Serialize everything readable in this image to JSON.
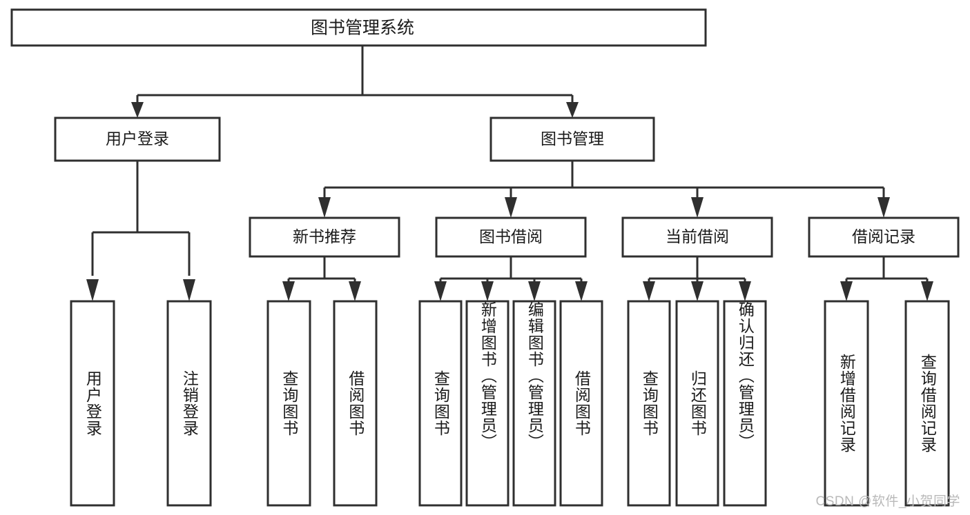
{
  "diagram": {
    "type": "tree",
    "title": "图书管理系统",
    "watermark": "CSDN @软件_小贺同学",
    "colors": {
      "stroke": "#2f2f2f",
      "box_fill": "#ffffff",
      "text": "#1a1a1a",
      "background": "#ffffff",
      "watermark": "#b9b9b9"
    },
    "root": {
      "label": "图书管理系统"
    },
    "level2": [
      {
        "label": "用户登录"
      },
      {
        "label": "图书管理"
      }
    ],
    "level3": [
      {
        "label": "新书推荐"
      },
      {
        "label": "图书借阅"
      },
      {
        "label": "当前借阅"
      },
      {
        "label": "借阅记录"
      }
    ],
    "leaves": {
      "user_login": [
        {
          "label": "用户登录"
        },
        {
          "label": "注销登录"
        }
      ],
      "new_book": [
        {
          "label": "查询图书"
        },
        {
          "label": "借阅图书"
        }
      ],
      "book_borrow": [
        {
          "label": "查询图书"
        },
        {
          "label": "新增图书（管理员）"
        },
        {
          "label": "编辑图书（管理员）"
        },
        {
          "label": "借阅图书"
        }
      ],
      "current_borrow": [
        {
          "label": "查询图书"
        },
        {
          "label": "归还图书"
        },
        {
          "label": "确认归还（管理员）"
        }
      ],
      "borrow_record": [
        {
          "label": "新增借阅记录"
        },
        {
          "label": "查询借阅记录"
        }
      ]
    },
    "edges": [
      {
        "from": "图书管理系统",
        "to": "用户登录"
      },
      {
        "from": "图书管理系统",
        "to": "图书管理"
      },
      {
        "from": "用户登录",
        "to": "用户登录"
      },
      {
        "from": "用户登录",
        "to": "注销登录"
      },
      {
        "from": "图书管理",
        "to": "新书推荐"
      },
      {
        "from": "图书管理",
        "to": "图书借阅"
      },
      {
        "from": "图书管理",
        "to": "当前借阅"
      },
      {
        "from": "图书管理",
        "to": "借阅记录"
      },
      {
        "from": "新书推荐",
        "to": "查询图书"
      },
      {
        "from": "新书推荐",
        "to": "借阅图书"
      },
      {
        "from": "图书借阅",
        "to": "查询图书"
      },
      {
        "from": "图书借阅",
        "to": "新增图书（管理员）"
      },
      {
        "from": "图书借阅",
        "to": "编辑图书（管理员）"
      },
      {
        "from": "图书借阅",
        "to": "借阅图书"
      },
      {
        "from": "当前借阅",
        "to": "查询图书"
      },
      {
        "from": "当前借阅",
        "to": "归还图书"
      },
      {
        "from": "当前借阅",
        "to": "确认归还（管理员）"
      },
      {
        "from": "借阅记录",
        "to": "新增借阅记录"
      },
      {
        "from": "借阅记录",
        "to": "查询借阅记录"
      }
    ]
  }
}
